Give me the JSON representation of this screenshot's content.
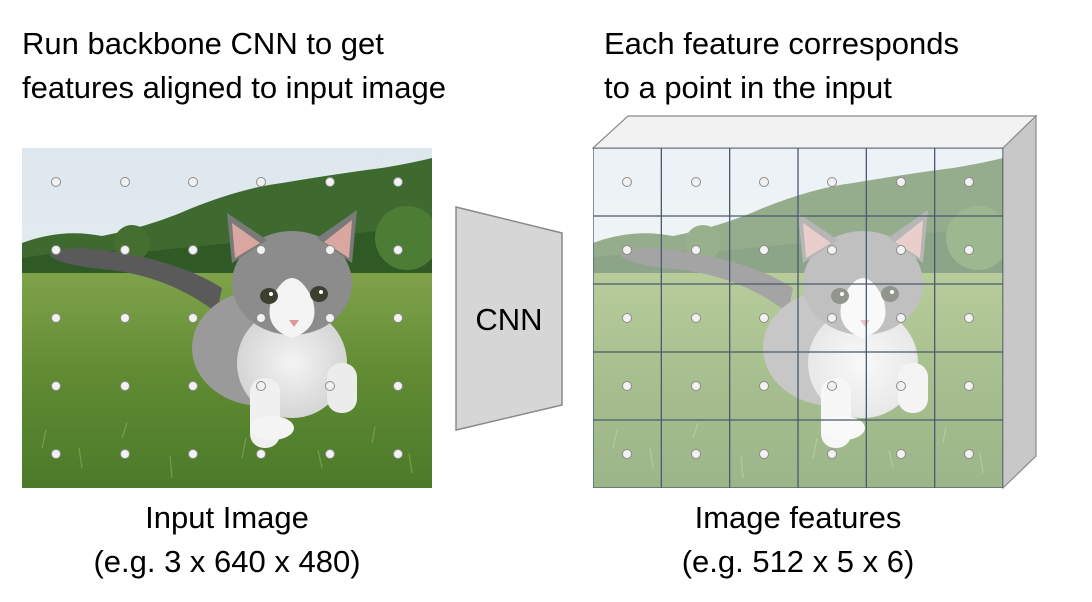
{
  "left_caption": {
    "line1": "Run backbone CNN to get",
    "line2": "features aligned to input image"
  },
  "right_caption": {
    "line1": "Each feature corresponds",
    "line2": "to a point in the input"
  },
  "cnn_label": "CNN",
  "input_label": {
    "line1": "Input Image",
    "line2": "(e.g. 3 x 640 x 480)"
  },
  "features_label": {
    "line1": "Image features",
    "line2": "(e.g. 512 x 5 x 6)"
  },
  "grid": {
    "rows": 5,
    "cols": 6
  },
  "colors": {
    "cnn_fill": "#d6d6d6",
    "box_side": "#c8c8c8",
    "box_top": "#f2f2f2",
    "grid_line": "#4a5a6e"
  }
}
